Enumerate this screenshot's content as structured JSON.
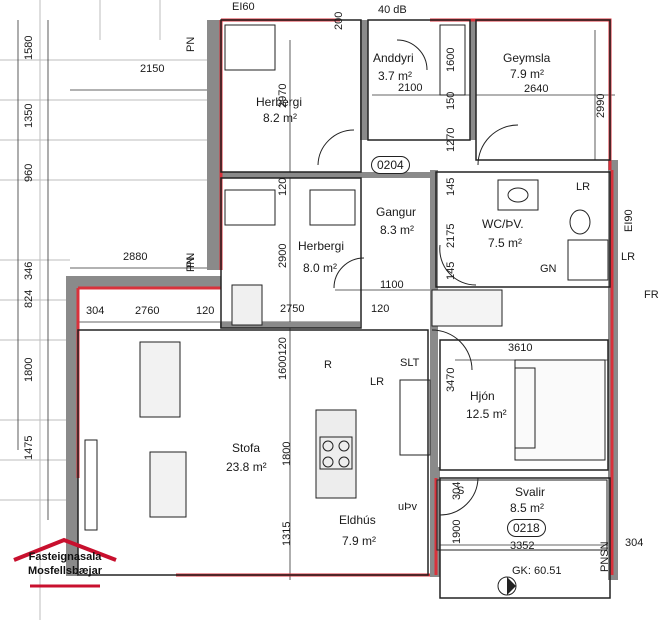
{
  "colors": {
    "wall_accent": "#d9313b",
    "wall": "#6b6b6b",
    "line": "#222222",
    "logo_red": "#c8102e"
  },
  "header": {
    "left_label": "EI60",
    "noise_label": "40 dB"
  },
  "rooms": {
    "herbergi1": {
      "name": "Herbergi",
      "area": "8.2 m²"
    },
    "anddyri": {
      "name": "Anddyri",
      "area": "3.7 m²"
    },
    "geymsla": {
      "name": "Geymsla",
      "area": "7.9 m²"
    },
    "herbergi2": {
      "name": "Herbergi",
      "area": "8.0 m²"
    },
    "gangur": {
      "name": "Gangur",
      "area": "8.3 m²"
    },
    "wc": {
      "name": "WC/ÞV.",
      "area": "7.5 m²"
    },
    "stofa": {
      "name": "Stofa",
      "area": "23.8 m²"
    },
    "eldhus": {
      "name": "Eldhús",
      "area": "7.9 m²"
    },
    "hjon": {
      "name": "Hjón",
      "area": "12.5 m²"
    },
    "svalir": {
      "name": "Svalir",
      "area": "8.5 m²"
    }
  },
  "codes": {
    "apartment": "0204",
    "balcony": "0218"
  },
  "dimensions_h": {
    "d2150": "2150",
    "d2100": "2100",
    "d2640": "2640",
    "d2880": "2880",
    "d1100": "1100",
    "d2760": "2760",
    "d120a": "120",
    "d2750": "2750",
    "d120b": "120",
    "d304a": "304",
    "d3610": "3610",
    "d3352": "3352",
    "d304b": "304"
  },
  "dimensions_v": {
    "d1580": "1580",
    "d1350": "1350",
    "d960": "960",
    "d346": "346",
    "d824": "824",
    "d1800a": "1800",
    "d1475": "1475",
    "d2970": "2970",
    "d120c": "120",
    "d2900": "2900",
    "d1600": "1600",
    "d150": "150",
    "d1270": "1270",
    "d2990": "2990",
    "d2175": "2175",
    "d145a": "145",
    "d145b": "145",
    "d1600120": "1600120",
    "d1800b": "1800",
    "d1315": "1315",
    "d3470": "3470",
    "d1900": "1900",
    "d304c": "304",
    "d200": "200"
  },
  "markers": {
    "pn1": "PN",
    "pn2": "PN",
    "pn3": "PN",
    "lr1": "LR",
    "lr2": "LR",
    "lr3": "LR",
    "ei90": "EI90",
    "gn": "GN",
    "slt": "SLT",
    "r": "R",
    "upv": "uÞv",
    "s_mark": "S",
    "gk": "GK: 60.51",
    "psn": "PNSN",
    "fr": "FR"
  },
  "logo": {
    "line1": "Fasteignasala",
    "line2": "Mosfellsbæjar"
  }
}
